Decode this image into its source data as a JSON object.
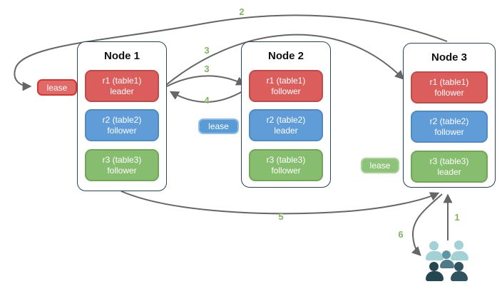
{
  "nodes": [
    {
      "title": "Node 1",
      "replicas": [
        {
          "name": "r1 (table1)",
          "role": "leader",
          "color": "#db5e5c"
        },
        {
          "name": "r2 (table2)",
          "role": "follower",
          "color": "#609cd8"
        },
        {
          "name": "r3 (table3)",
          "role": "follower",
          "color": "#87bd6e"
        }
      ]
    },
    {
      "title": "Node 2",
      "replicas": [
        {
          "name": "r1 (table1)",
          "role": "follower",
          "color": "#db5e5c"
        },
        {
          "name": "r2 (table2)",
          "role": "leader",
          "color": "#609cd8"
        },
        {
          "name": "r3 (table3)",
          "role": "follower",
          "color": "#87bd6e"
        }
      ]
    },
    {
      "title": "Node 3",
      "replicas": [
        {
          "name": "r1 (table1)",
          "role": "follower",
          "color": "#db5e5c"
        },
        {
          "name": "r2 (table2)",
          "role": "follower",
          "color": "#609cd8"
        },
        {
          "name": "r3 (table3)",
          "role": "leader",
          "color": "#87bd6e"
        }
      ]
    }
  ],
  "leases": [
    {
      "label": "lease",
      "color": "#df6a67",
      "near": "Node 1 r1 leader"
    },
    {
      "label": "lease",
      "color": "#5b9bd5",
      "near": "Node 2 r2 leader"
    },
    {
      "label": "lease",
      "color": "#8cc379",
      "near": "Node 3 r3 leader"
    }
  ],
  "steps": {
    "s1": "1",
    "s2": "2",
    "s3a": "3",
    "s3b": "3",
    "s4": "4",
    "s5": "5",
    "s6": "6"
  },
  "icons": {
    "users_group": "users-group-icon"
  },
  "colors": {
    "node_border": "#23445d",
    "arrow": "#666666",
    "step_label": "#7eb65e",
    "replica_red": "#db5e5c",
    "replica_blue": "#609cd8",
    "replica_green": "#87bd6e",
    "users_light": "#a2d1d6",
    "users_medium": "#5b98a2",
    "users_dark": "#24464f"
  }
}
